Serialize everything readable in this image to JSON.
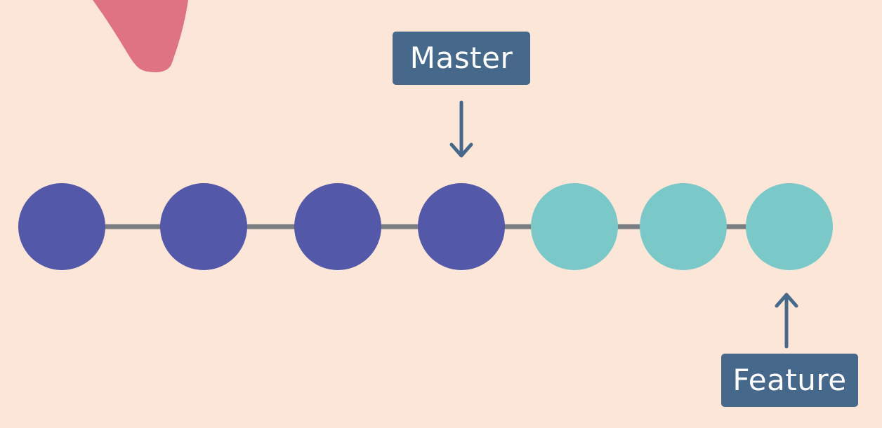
{
  "colors": {
    "background": "#fbe6d8",
    "line": "#7a7d82",
    "master_commit": "#5358a8",
    "feature_commit": "#7bc8c8",
    "label_bg": "#46688a",
    "label_text": "#ffffff",
    "arrow": "#46688a",
    "decoration": "#e07381"
  },
  "commits": [
    {
      "branch": "master"
    },
    {
      "branch": "master"
    },
    {
      "branch": "master"
    },
    {
      "branch": "master"
    },
    {
      "branch": "feature"
    },
    {
      "branch": "feature"
    },
    {
      "branch": "feature"
    }
  ],
  "labels": {
    "master": "Master",
    "feature": "Feature"
  }
}
